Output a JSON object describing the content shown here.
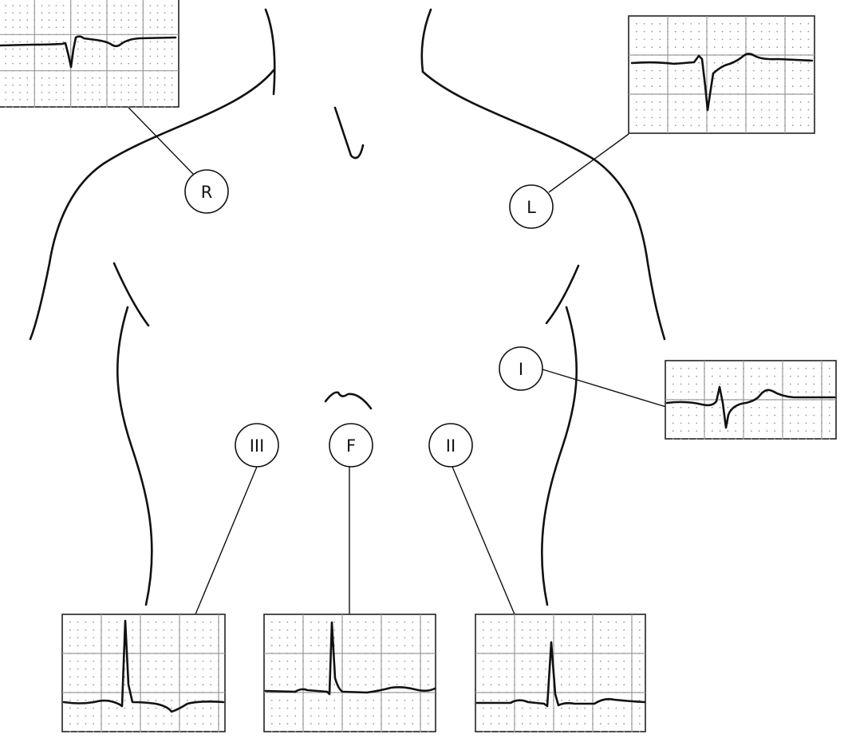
{
  "leads": [
    {
      "id": "R",
      "label": "R"
    },
    {
      "id": "L",
      "label": "L"
    },
    {
      "id": "I",
      "label": "I"
    },
    {
      "id": "III",
      "label": "III"
    },
    {
      "id": "F",
      "label": "F"
    },
    {
      "id": "II",
      "label": "II"
    }
  ],
  "colors": {
    "ink": "#111111",
    "grid": "#9a9a9a",
    "background": "#ffffff"
  }
}
